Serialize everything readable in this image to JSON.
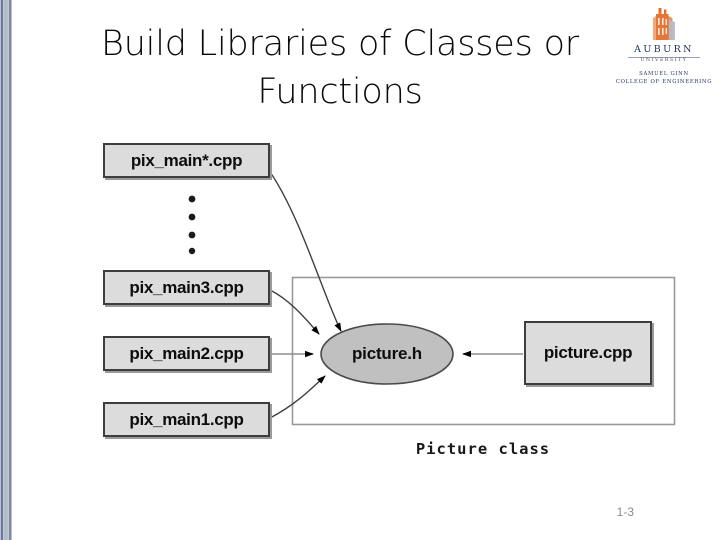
{
  "slide": {
    "title_line1": "Build Libraries of Classes or",
    "title_line2": "Functions",
    "page_number": "1-3",
    "accent_stripe_color": "#6b76ad",
    "box_fill_color": "#dcdcdc",
    "ellipse_fill_color": "#c0c0c0"
  },
  "logo": {
    "wordmark": "AUBURN",
    "subwordmark": "UNIVERSITY",
    "college_line1": "SAMUEL GINN",
    "college_line2": "COLLEGE OF ENGINEERING",
    "emblem_color": "#e3702a",
    "text_color": "#24355c"
  },
  "diagram": {
    "caption": "Picture class",
    "header_node": "picture.h",
    "impl_node": "picture.cpp",
    "client_nodes": [
      "pix_main*.cpp",
      "pix_main3.cpp",
      "pix_main2.cpp",
      "pix_main1.cpp"
    ],
    "ellipsis_dots": 4
  }
}
